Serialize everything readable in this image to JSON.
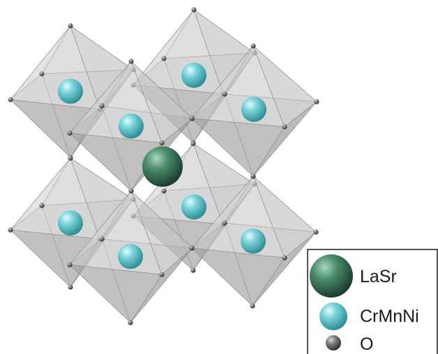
{
  "legend": {
    "items": [
      {
        "label": "LaSr",
        "icon": "large-green-sphere-icon",
        "color": "#3c7a5e"
      },
      {
        "label": "CrMnNi",
        "icon": "cyan-sphere-icon",
        "color": "#5fc4cc"
      },
      {
        "label": "O",
        "icon": "small-gray-sphere-icon",
        "color": "#6e6e6e"
      }
    ]
  },
  "colors": {
    "octahedron_face": "#c9c9c9",
    "octahedron_edge": "#8f8f8f",
    "a_site": "#3c7a5e",
    "b_site": "#5fc4cc",
    "oxygen": "#6e6e6e"
  }
}
